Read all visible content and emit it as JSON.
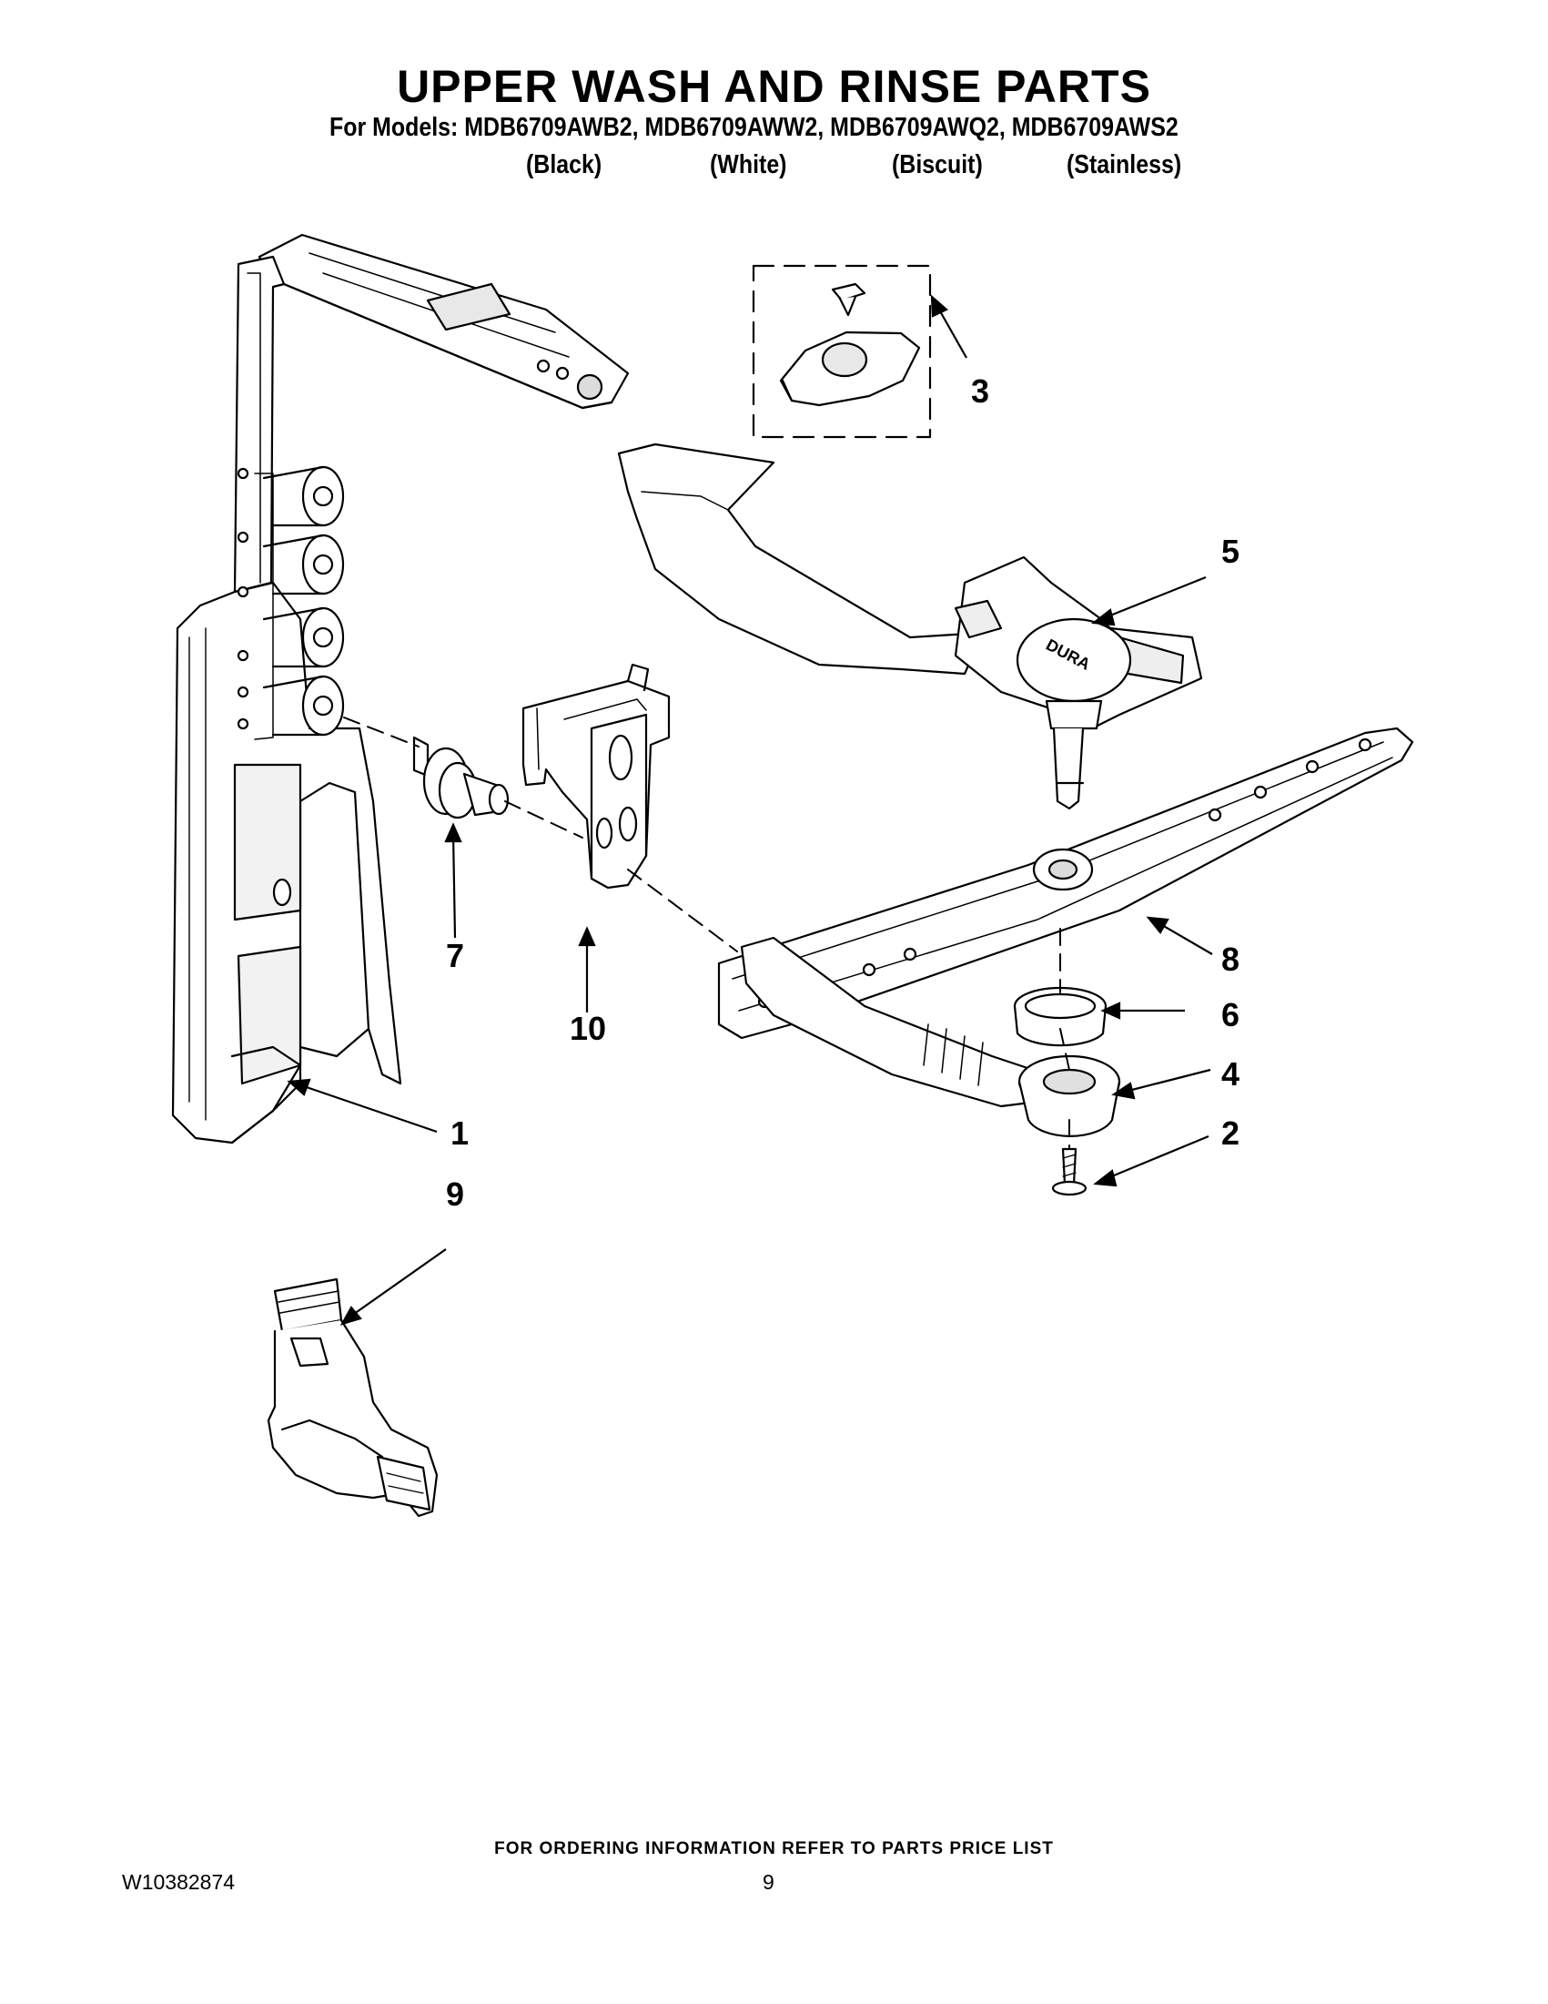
{
  "header": {
    "title": "UPPER WASH AND RINSE PARTS",
    "models_line": "For Models: MDB6709AWB2, MDB6709AWW2, MDB6709AWQ2, MDB6709AWS2",
    "colors": [
      "(Black)",
      "(White)",
      "(Biscuit)",
      "(Stainless)"
    ]
  },
  "callouts": [
    "1",
    "2",
    "3",
    "4",
    "5",
    "6",
    "7",
    "8",
    "9",
    "10"
  ],
  "footer": {
    "ordering_note": "FOR ORDERING INFORMATION REFER TO PARTS PRICE LIST",
    "doc_number": "W10382874",
    "page_number": "9"
  }
}
